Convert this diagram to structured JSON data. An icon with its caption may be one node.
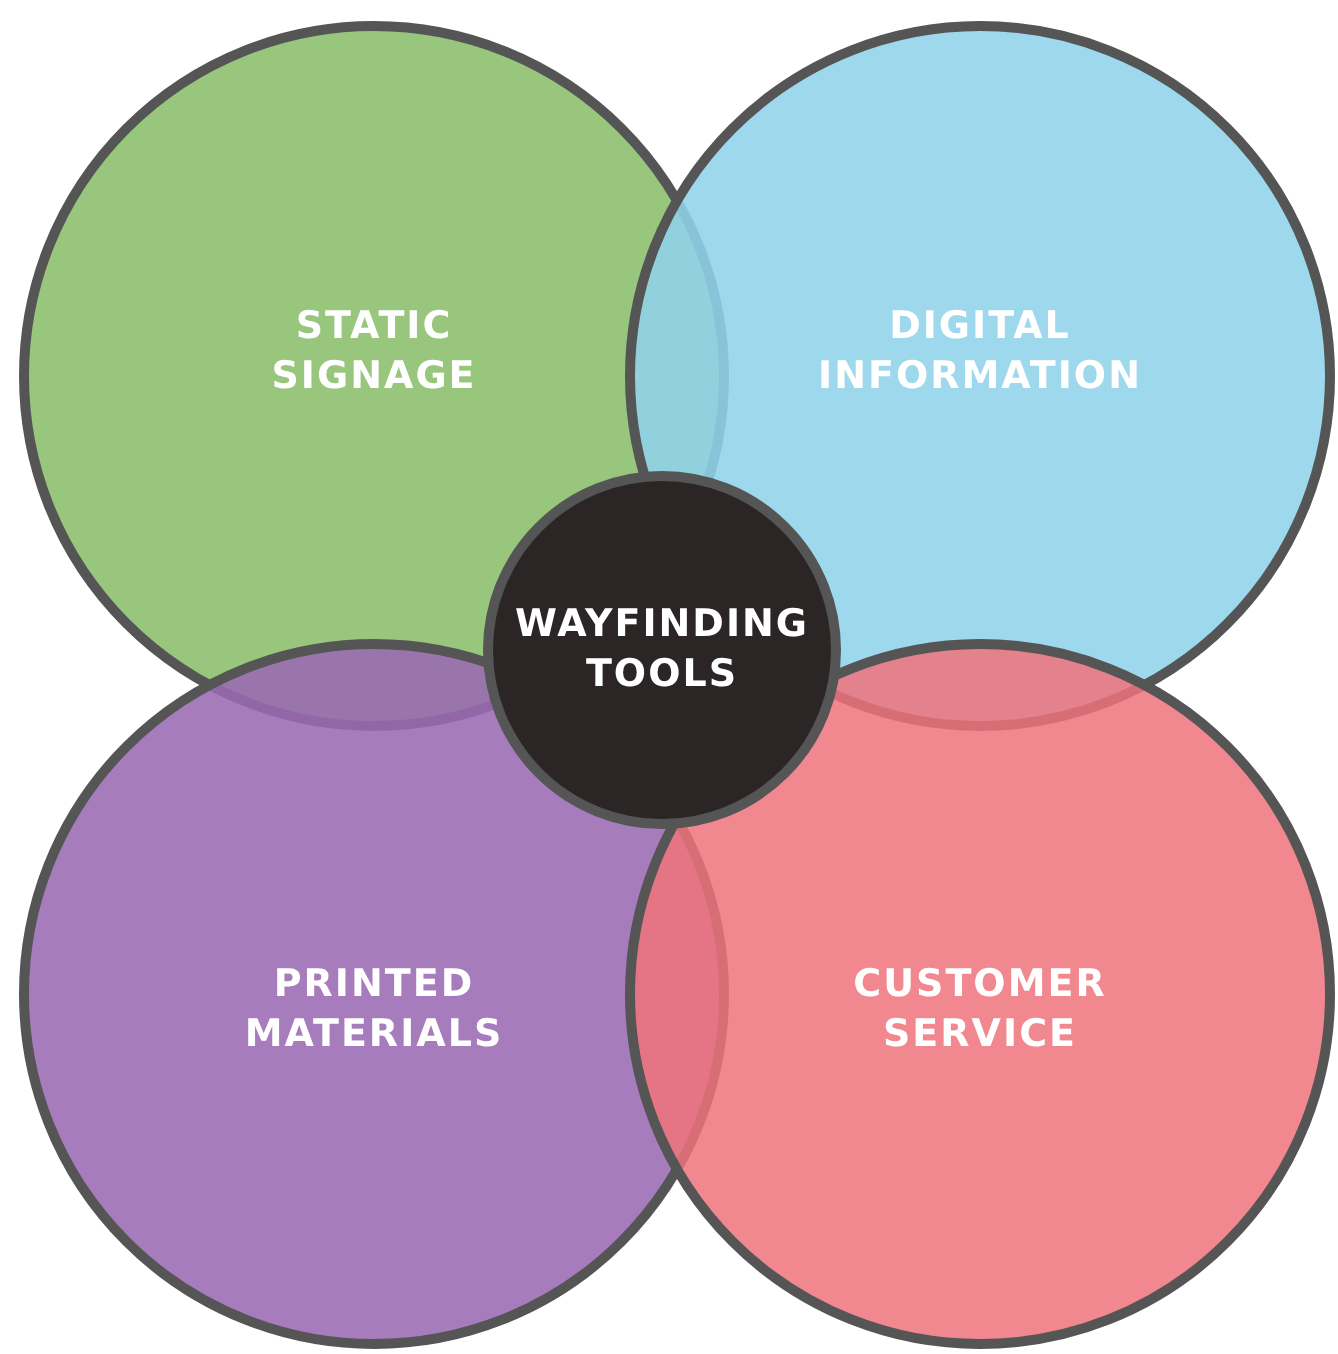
{
  "diagram": {
    "nodes": [
      {
        "text": [
          "STATIC SIGNAGE"
        ]
      },
      {
        "text": [
          "DIGITAL INFORMATION"
        ]
      },
      {
        "text": [
          "PRINTED MATERIALS"
        ]
      },
      {
        "text": [
          "CUSTOMER SERVICE"
        ]
      },
      {
        "text": [
          "WAYFINDING TOOLS"
        ]
      }
    ],
    "edges": []
  }
}
